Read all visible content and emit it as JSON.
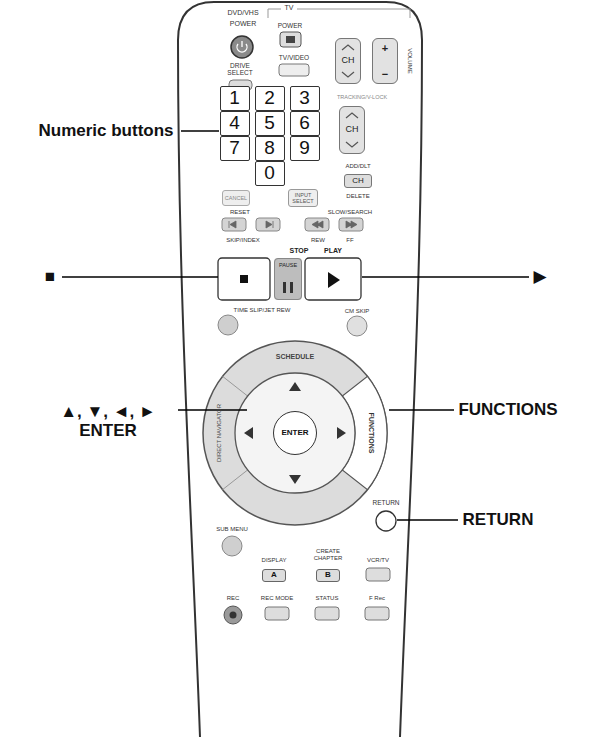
{
  "diagram": {
    "nodes": [
      {
        "text": [
          "CH"
        ]
      },
      {
        "text": [
          "+",
          "−"
        ]
      },
      {
        "text": [
          "1"
        ]
      },
      {
        "text": [
          "2"
        ]
      },
      {
        "text": [
          "3"
        ]
      },
      {
        "text": [
          "4"
        ]
      },
      {
        "text": [
          "5"
        ]
      },
      {
        "text": [
          "6"
        ]
      },
      {
        "text": [
          "7"
        ]
      },
      {
        "text": [
          "8"
        ]
      },
      {
        "text": [
          "9"
        ]
      },
      {
        "text": [
          "0"
        ]
      },
      {
        "text": [
          "CH"
        ]
      },
      {
        "text": [
          "CANCEL"
        ]
      },
      {
        "text": [
          "INPUT SELECT"
        ]
      },
      {
        "text": [
          "CH"
        ]
      },
      {
        "text": [
          "PAUSE"
        ]
      },
      {
        "text": [
          "ENTER"
        ]
      },
      {
        "text": [
          "A"
        ]
      },
      {
        "text": [
          "B"
        ]
      }
    ],
    "labels": [
      "Numeric buttons",
      "■",
      "▲, ▼, ◄, ► ENTER",
      "▶",
      "FUNCTIONS",
      "RETURN",
      "DVD/VHS",
      "POWER",
      "TV",
      "POWER",
      "DRIVE SELECT",
      "TV/VIDEO",
      "VOLUME",
      "TRACKING/V-LOCK",
      "ADD/DLT",
      "DELETE",
      "RESET",
      "SLOW/SEARCH",
      "SKIP/INDEX",
      "REW",
      "FF",
      "STOP",
      "PLAY",
      "TIME SLIP/JET REW",
      "CM SKIP",
      "SCHEDULE",
      "DIRECT NAVIGATOR",
      "FUNCTIONS",
      "SUB MENU",
      "RETURN",
      "DISPLAY",
      "CREATE CHAPTER",
      "VCR/TV",
      "REC",
      "REC MODE",
      "STATUS",
      "F Rec"
    ]
  }
}
